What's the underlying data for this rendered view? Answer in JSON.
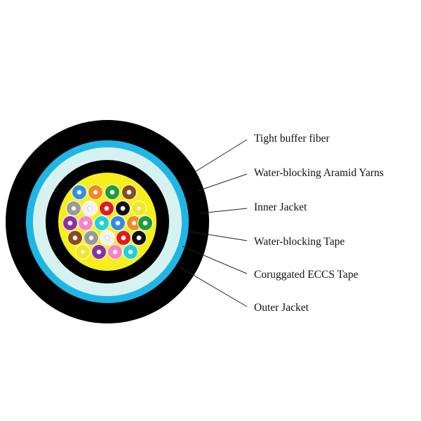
{
  "labels": {
    "tight_buffer_fiber": "Tight buffer fiber",
    "aramid_yarns": "Water-blocking Aramid Yarns",
    "inner_jacket": "Inner Jacket",
    "water_blocking_tape": "Water-blocking Tape",
    "ecss_tape": "Coruggated ECCS Tape",
    "outer_jacket": "Outer Jacket"
  },
  "colors": {
    "outer_jacket": "#000000",
    "ecss_tape": "#1fb6e6",
    "water_blocking_tape": "#d6f2f0",
    "aramid_yarns": "#000000",
    "inner_jacket": "#f7ee1e",
    "fiber_core": "#ffffff"
  },
  "fibers": [
    "#2d8ce8",
    "#f38a1a",
    "#1f9c3c",
    "#8a4b1c",
    "#9a9a9a",
    "#f2f2f2",
    "#e21a1a",
    "#111111",
    "#f3e81a",
    "#8f2ea5",
    "#ff7fc8",
    "#19d2e0",
    "#2d8ce8",
    "#f38a1a",
    "#1f9c3c",
    "#8a4b1c",
    "#9a9a9a",
    "#f2f2f2",
    "#e21a1a",
    "#111111",
    "#f3e81a",
    "#8f2ea5",
    "#ff7fc8",
    "#19d2e0"
  ]
}
